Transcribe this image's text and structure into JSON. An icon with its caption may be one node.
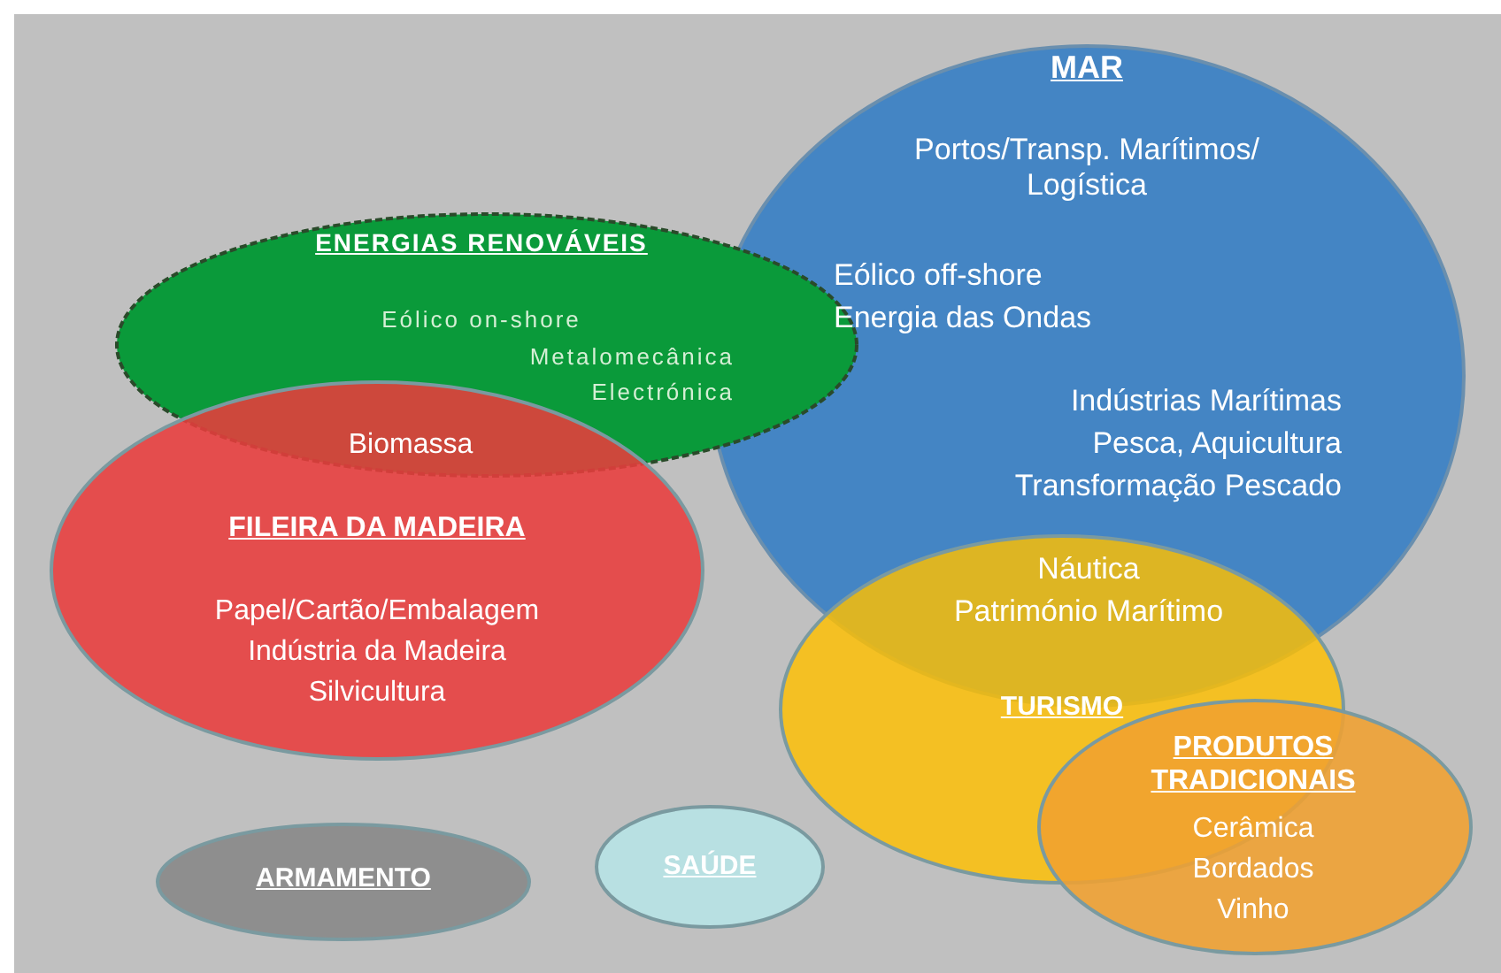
{
  "diagram": {
    "nodes": [
      {
        "text": [
          "MAR",
          "Portos/Transp. Marítimos/ Logística",
          "Indústrias Marítimas",
          "Pesca, Aquicultura",
          "Transformação Pescado"
        ]
      },
      {
        "text": [
          "ENERGIAS RENOVÁVEIS",
          "Eólico on-shore",
          "Metalomecânica",
          "Electrónica"
        ]
      },
      {
        "text": [
          "FILEIRA DA MADEIRA",
          "Papel/Cartão/Embalagem",
          "Indústria da Madeira",
          "Silvicultura"
        ]
      },
      {
        "text": [
          "TURISMO"
        ]
      },
      {
        "text": [
          "PRODUTOS TRADICIONAIS",
          "Cerâmica",
          "Bordados",
          "Vinho"
        ]
      },
      {
        "text": [
          "SAÚDE"
        ]
      },
      {
        "text": [
          "ARMAMENTO"
        ]
      }
    ],
    "edges": [],
    "labels": [
      "Eólico off-shore",
      "Energia das Ondas",
      "Biomassa",
      "Náutica",
      "Património Marítimo"
    ]
  }
}
